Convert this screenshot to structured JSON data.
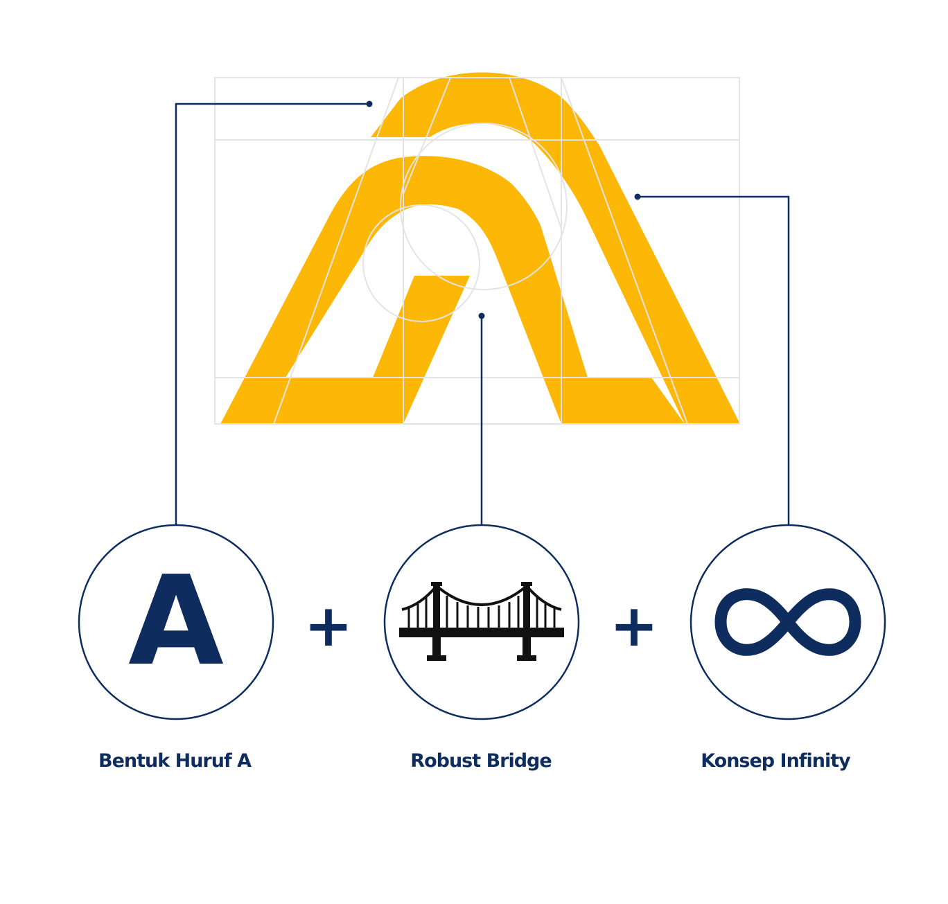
{
  "colors": {
    "logo_yellow": "#FDB706",
    "navy": "#0E2D5E",
    "grid_line": "#E4E4E4",
    "bridge_black": "#111111",
    "background": "#FFFFFF"
  },
  "elements": {
    "letter_a": "A",
    "plus_1": "+",
    "plus_2": "+"
  },
  "icons": [
    "letter-a-icon",
    "bridge-icon",
    "infinity-icon"
  ],
  "labels": {
    "letter_a": "Bentuk Huruf A",
    "bridge": "Robust Bridge",
    "infinity": "Konsep Infinity"
  }
}
